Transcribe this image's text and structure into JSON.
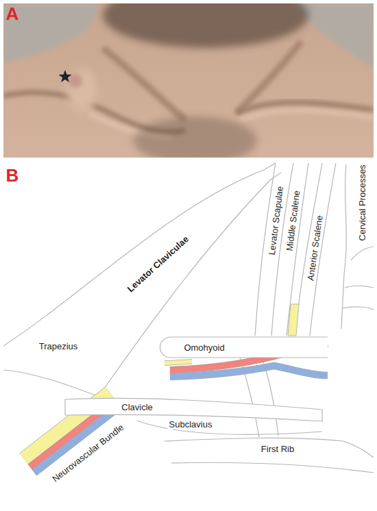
{
  "diagram": {
    "labels": [
      "A",
      "B",
      "Levator Scapulae",
      "Middle Scalene",
      "Anterior Scalene",
      "Cervical Processes",
      "Levator Claviculae",
      "Trapezius",
      "Omohyoid",
      "Clavicle",
      "Subclavius",
      "First Rib",
      "Neurovascular Bundle"
    ]
  }
}
